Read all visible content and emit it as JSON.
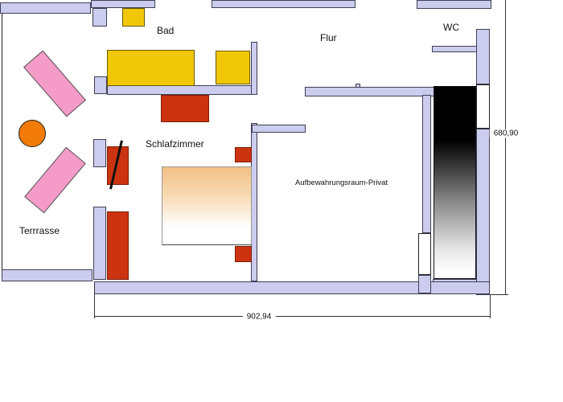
{
  "rooms": {
    "bad": "Bad",
    "flur": "Flur",
    "wc": "WC",
    "schlafzimmer": "Schlafzimmer",
    "terrasse": "Terrrasse",
    "aufbewahrung": "Aufbewahrungsraum-Privat"
  },
  "dimensions": {
    "width": "902,94",
    "height": "680,90"
  },
  "colors": {
    "wall": "#ccccee",
    "wall_border": "#3f3f55",
    "yellow": "#f0c808",
    "red": "#cc3310",
    "pink": "#f59bc8",
    "orange": "#f27a06",
    "bed_top": "#f2c085",
    "column_dark": "#000000"
  }
}
